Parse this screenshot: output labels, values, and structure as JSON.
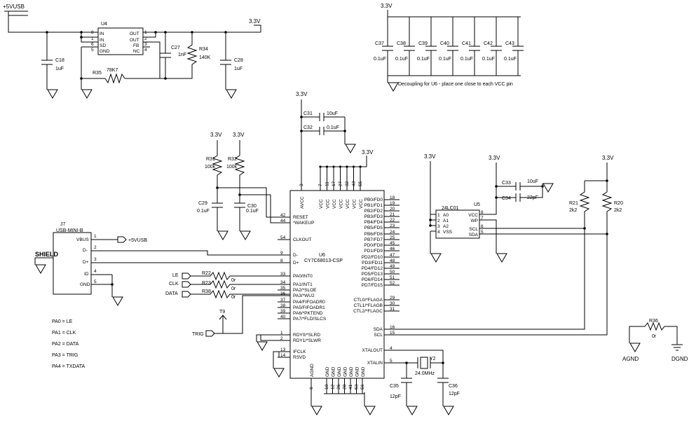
{
  "power": {
    "vusb": "+5VUSB",
    "v33": "3.3V",
    "agnd": "AGND",
    "dgnd": "DGND"
  },
  "regulator": {
    "ref": "U4",
    "pins_left": [
      "IN",
      "IN",
      "SD",
      "GND"
    ],
    "pins_left_num": [
      "8",
      "1",
      "6",
      "5"
    ],
    "pins_right": [
      "OUT",
      "OUT",
      "FB",
      "NC"
    ],
    "pins_right_num": [
      "1",
      "2",
      "3",
      "4"
    ],
    "c18": {
      "ref": "C18",
      "val": "1uF"
    },
    "c27": {
      "ref": "C27",
      "val": "1nF"
    },
    "r34": {
      "ref": "R34",
      "val": "140K"
    },
    "c28": {
      "ref": "C28",
      "val": "1uF"
    },
    "r35": {
      "ref": "R35",
      "val": "78K7"
    }
  },
  "decoupling": {
    "caps": [
      "C37",
      "C38",
      "C39",
      "C40",
      "C41",
      "C42",
      "C43"
    ],
    "val": "0.1uF",
    "note": "Decoupling for U6 - place one close to each VCC pin"
  },
  "c31": {
    "ref": "C31",
    "val": "10uF"
  },
  "c32": {
    "ref": "C32",
    "val": "0.1uF"
  },
  "resets": {
    "r31": {
      "ref": "R31",
      "val": "100k"
    },
    "r32": {
      "ref": "R32",
      "val": "100k"
    },
    "c29": {
      "ref": "C29",
      "val": "0.1uF"
    },
    "c30": {
      "ref": "C30",
      "val": "0.1uF"
    }
  },
  "usb": {
    "ref": "J7",
    "part": "USB-MINI-B",
    "pins": [
      "VBUS",
      "D-",
      "D+",
      "ID",
      "GND"
    ],
    "pin_nums": [
      "1",
      "2",
      "3",
      "4",
      "5"
    ],
    "shield": "SHIELD",
    "vbus_net": "+5VUSB"
  },
  "mcu": {
    "ref": "U6",
    "part": "CY7C68013-CSP",
    "left_pins": [
      {
        "num": "42",
        "name": "RESET"
      },
      {
        "num": "44",
        "name": "*WAKEUP"
      },
      {
        "num": "54",
        "name": "CLKOUT"
      },
      {
        "num": "9",
        "name": "D-"
      },
      {
        "num": "8",
        "name": "D+"
      },
      {
        "num": "33",
        "name": "PA0/INT0"
      },
      {
        "num": "34",
        "name": "PA1/INT1"
      },
      {
        "num": "35",
        "name": "PA2/*SLOE"
      },
      {
        "num": "36",
        "name": "PA3/*WU2"
      },
      {
        "num": "37",
        "name": "PA4/FIFOADR0"
      },
      {
        "num": "38",
        "name": "PA5/FIFOADR1"
      },
      {
        "num": "39",
        "name": "PA6/*PKTEND"
      },
      {
        "num": "40",
        "name": "PA7/*FLD/SLCS"
      },
      {
        "num": "1",
        "name": "RDY0/*SLRD"
      },
      {
        "num": "2",
        "name": "RDY1/*SLWR"
      },
      {
        "num": "13",
        "name": "IFCLK"
      },
      {
        "num": "14",
        "name": "RSVD"
      }
    ],
    "right_pins": [
      {
        "num": "18",
        "name": "PB0/FD0"
      },
      {
        "num": "19",
        "name": "PB1/FD1"
      },
      {
        "num": "20",
        "name": "PB2/FD2"
      },
      {
        "num": "21",
        "name": "PB3/FD3"
      },
      {
        "num": "22",
        "name": "PB4/FD4"
      },
      {
        "num": "23",
        "name": "PB5/FD5"
      },
      {
        "num": "24",
        "name": "PB6/FD6"
      },
      {
        "num": "25",
        "name": "PB7/FD7"
      },
      {
        "num": "45",
        "name": "PD0/FD8"
      },
      {
        "num": "46",
        "name": "PD1/FD9"
      },
      {
        "num": "47",
        "name": "PD2/FD10"
      },
      {
        "num": "48",
        "name": "PD3/FD11"
      },
      {
        "num": "49",
        "name": "PD4/FD12"
      },
      {
        "num": "50",
        "name": "PD5/FD13"
      },
      {
        "num": "51",
        "name": "PD6/FD14"
      },
      {
        "num": "52",
        "name": "PD7/FD15"
      },
      {
        "num": "29",
        "name": "CTL0/*FLAGA"
      },
      {
        "num": "30",
        "name": "CTL1/*FLAGB"
      },
      {
        "num": "31",
        "name": "CTL2/*FLAGC"
      },
      {
        "num": "16",
        "name": "SDA"
      },
      {
        "num": "15",
        "name": "SCL"
      },
      {
        "num": "4",
        "name": "XTALOUT"
      },
      {
        "num": "5",
        "name": "XTALIN"
      }
    ],
    "top_pins": [
      {
        "num": "3",
        "name": "AVCC"
      },
      {
        "num": "7",
        "name": "VCC"
      },
      {
        "num": "11",
        "name": "VCC"
      },
      {
        "num": "17",
        "name": "VCC"
      },
      {
        "num": "27",
        "name": "VCC"
      },
      {
        "num": "32",
        "name": "VCC"
      },
      {
        "num": "43",
        "name": "VCC"
      },
      {
        "num": "55",
        "name": "VCC"
      }
    ],
    "bottom_pins": [
      {
        "num": "6",
        "name": "AGND"
      },
      {
        "num": "10",
        "name": "GND"
      },
      {
        "num": "12",
        "name": "GND"
      },
      {
        "num": "26",
        "name": "GND"
      },
      {
        "num": "28",
        "name": "GND"
      },
      {
        "num": "41",
        "name": "GND"
      },
      {
        "num": "53",
        "name": "GND"
      },
      {
        "num": "56",
        "name": "GND"
      }
    ]
  },
  "signals": {
    "le": "LE",
    "clk": "CLK",
    "data": "DATA",
    "trig": "TRIG",
    "r22": "R22",
    "r23": "R23",
    "r38": "R38",
    "zero": "0r",
    "t9": "T9"
  },
  "legend": [
    "PA0 = LE",
    "PA1 = CLK",
    "PA2 = DATA",
    "PA3 = TRIG",
    "PA4 = TXDATA"
  ],
  "eeprom": {
    "ref": "U5",
    "part": "24LC01",
    "left": [
      {
        "num": "1",
        "name": "A0"
      },
      {
        "num": "2",
        "name": "A1"
      },
      {
        "num": "3",
        "name": "A2"
      },
      {
        "num": "4",
        "name": "VSS"
      }
    ],
    "right": [
      {
        "num": "8",
        "name": "VCC"
      },
      {
        "num": "7",
        "name": "WP"
      },
      {
        "num": "6",
        "name": "SCL"
      },
      {
        "num": "5",
        "name": "SDA"
      }
    ],
    "c33": {
      "ref": "C33",
      "val": "10uF"
    },
    "c34": {
      "ref": "C34",
      "val": "22pF"
    },
    "r21": {
      "ref": "R21",
      "val": "2k2"
    },
    "r20": {
      "ref": "R20",
      "val": "2k2"
    }
  },
  "crystal": {
    "ref": "Y2",
    "val": "24.0MHz",
    "c35": {
      "ref": "C35",
      "val": "12pF"
    },
    "c36": {
      "ref": "C36",
      "val": "12pF"
    }
  },
  "r36": {
    "ref": "R36",
    "val": "0r"
  }
}
